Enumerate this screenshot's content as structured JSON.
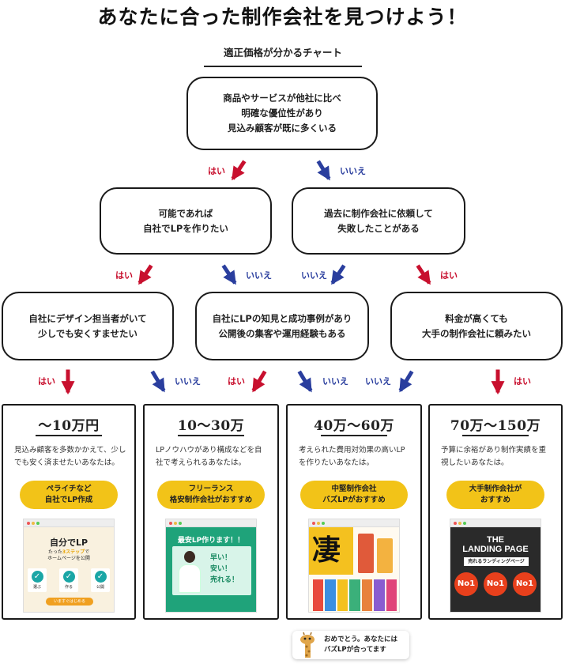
{
  "title": "あなたに合った制作会社を見つけよう！",
  "subtitle": "適正価格が分かるチャート",
  "nodes": {
    "root": "商品やサービスが他社に比べ\n明確な優位性があり\n見込み顧客が既に多くいる",
    "l2_left": "可能であれば\n自社でLPを作りたい",
    "l2_right": "過去に制作会社に依頼して\n失敗したことがある",
    "l3_left": "自社にデザイン担当者がいて\n少しでも安くすませたい",
    "l3_mid": "自社にLPの知見と成功事例があり\n公開後の集客や運用経験もある",
    "l3_right": "料金が高くても\n大手の制作会社に頼みたい"
  },
  "labels": {
    "yes": "はい",
    "no": "いいえ"
  },
  "colors": {
    "yes": "#c8102e",
    "no": "#2a3e9e",
    "pill": "#f2c318",
    "border": "#1a1a1a"
  },
  "results": [
    {
      "price": "〜10万円",
      "desc": "見込み顧客を多数かかえて、少しでも安く済ませたいあなたは。",
      "recommend": "ペライチなど\n自社でLP作成",
      "shot": {
        "heading": "自分でLP",
        "sub_pre": "たった",
        "sub_highlight": "3ステップ",
        "sub_post": "で\nホームページを公開",
        "steps": [
          "選ぶ",
          "作る",
          "公開"
        ],
        "cta": "いますぐはじめる"
      }
    },
    {
      "price": "10〜30万",
      "desc": "LPノウハウがあり構成などを自社で考えられるあなたは。",
      "recommend": "フリーランス\n格安制作会社がおすすめ",
      "shot": {
        "banner": "最安LP作ります！！",
        "copy": "早い！\n安い！\n売れる！"
      }
    },
    {
      "price": "40万〜60万",
      "desc": "考えられた費用対効果の高いLPを作りたいあなたは。",
      "recommend": "中堅制作会社\nバズLPがおすすめ",
      "shot": {
        "kanji": "凄"
      }
    },
    {
      "price": "70万〜150万",
      "desc": "予算に余裕があり制作実績を重視したいあなたは。",
      "recommend": "大手制作会社が\nおすすめ",
      "shot": {
        "headline1": "THE",
        "headline2": "LANDING PAGE",
        "tagline": "売れるランディングページ",
        "badge": "No1"
      }
    }
  ],
  "footer": {
    "message": "おめでとう。あなたには\nバズLPが合ってます",
    "mascot": "giraffe-icon"
  }
}
